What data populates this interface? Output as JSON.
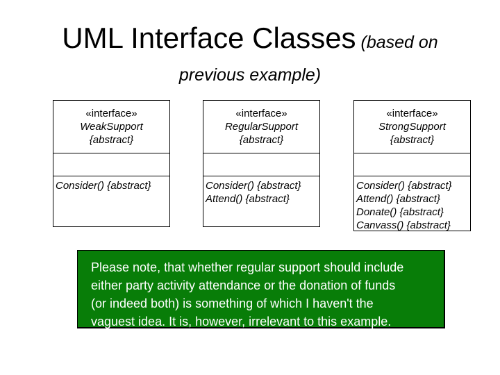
{
  "title": {
    "main": "UML Interface Classes",
    "suffix": " (based on",
    "line2": "previous example)"
  },
  "classes": [
    {
      "stereotype": "«interface»",
      "name": "WeakSupport",
      "constraint": "{abstract}",
      "operations": [
        "Consider() {abstract}"
      ]
    },
    {
      "stereotype": "«interface»",
      "name": "RegularSupport",
      "constraint": "{abstract}",
      "operations": [
        "Consider() {abstract}",
        "Attend() {abstract}"
      ]
    },
    {
      "stereotype": "«interface»",
      "name": "StrongSupport",
      "constraint": "{abstract}",
      "operations": [
        "Consider() {abstract}",
        "Attend() {abstract}",
        "Donate() {abstract}",
        "Canvass() {abstract}"
      ]
    }
  ],
  "note": {
    "lines": [
      "Please note, that whether regular support should include",
      "either party activity attendance or the donation of funds",
      "(or indeed both) is something of which I haven't the",
      "vaguest idea. It is, however, irrelevant to this example."
    ],
    "bg_color": "#087d08",
    "text_color": "#ffffff",
    "border_color": "#000000"
  }
}
